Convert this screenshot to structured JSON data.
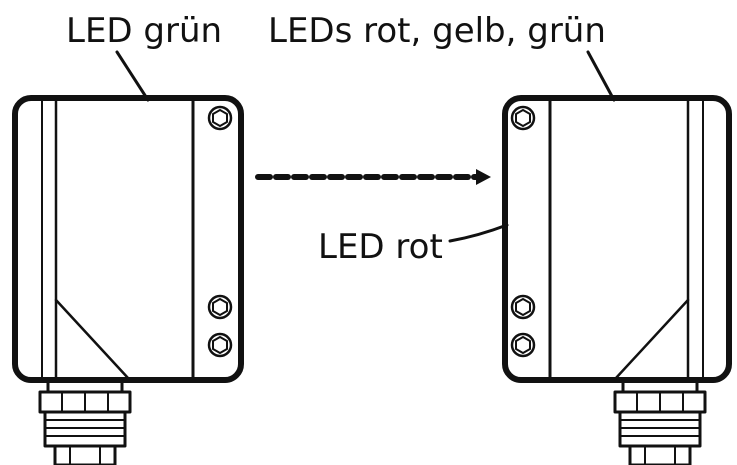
{
  "labels": {
    "left_led": "LED grün",
    "right_leds": "LEDs rot, gelb, grün",
    "receiver_led": "LED rot"
  },
  "colors": {
    "line": "#111111",
    "background": "#ffffff"
  }
}
